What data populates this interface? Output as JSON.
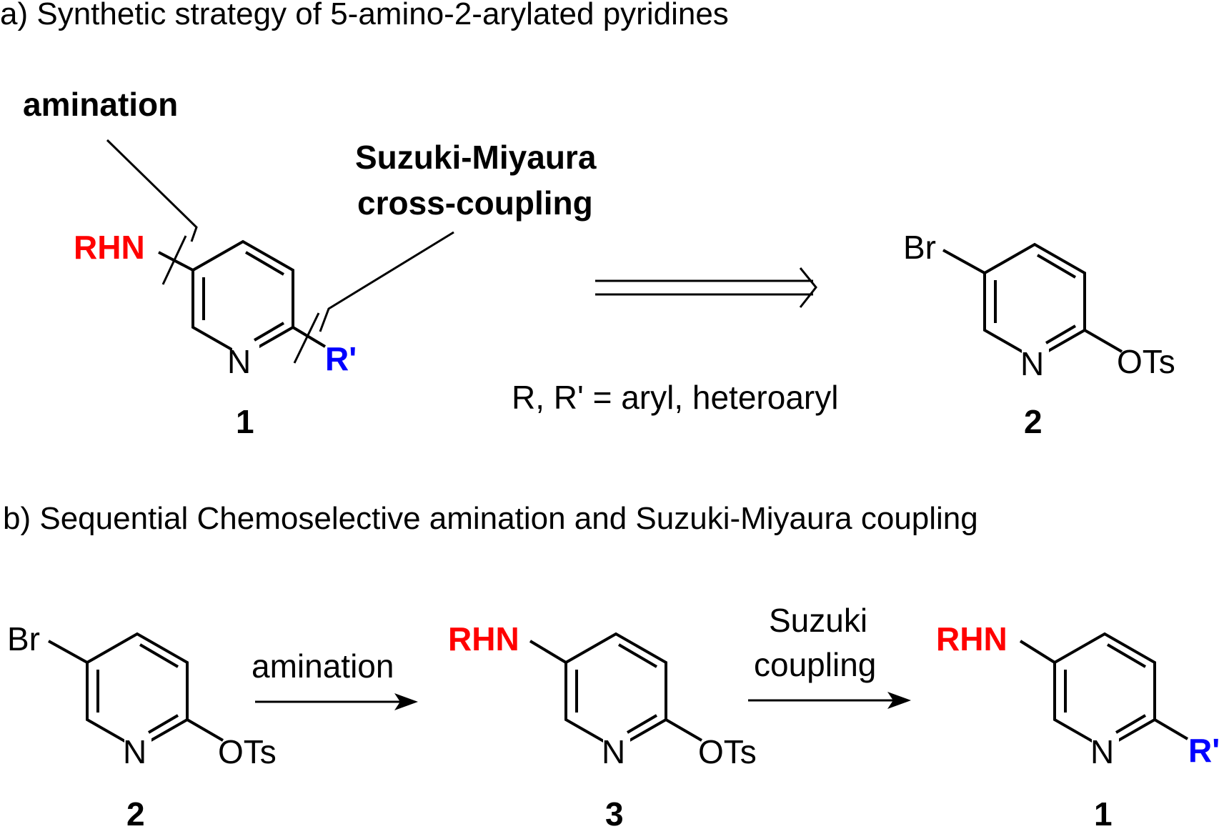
{
  "headings": {
    "a": "a) Synthetic strategy of 5-amino-2-arylated pyridines",
    "b": "b) Sequential Chemoselective amination and Suzuki-Miyaura coupling"
  },
  "part_a": {
    "callout_amination": "amination",
    "callout_suzuki_line1": "Suzuki-Miyaura",
    "callout_suzuki_line2": "cross-coupling",
    "substituent_amine": "RHN",
    "substituent_aryl": "R'",
    "ring_nitrogen": "N",
    "compound_1": "1",
    "definition": "R, R' = aryl, heteroaryl",
    "bromo": "Br",
    "tosylate": "OTs",
    "compound_2": "2"
  },
  "part_b": {
    "start_bromo": "Br",
    "start_tosylate": "OTs",
    "start_nitrogen": "N",
    "start_label": "2",
    "step1_label": "amination",
    "mid_amine": "RHN",
    "mid_tosylate": "OTs",
    "mid_nitrogen": "N",
    "mid_label": "3",
    "step2_line1": "Suzuki",
    "step2_line2": "coupling",
    "end_amine": "RHN",
    "end_aryl": "R'",
    "end_nitrogen": "N",
    "end_label": "1"
  },
  "colors": {
    "amine": "#ff0000",
    "aryl": "#0000ff",
    "ink": "#000000"
  }
}
